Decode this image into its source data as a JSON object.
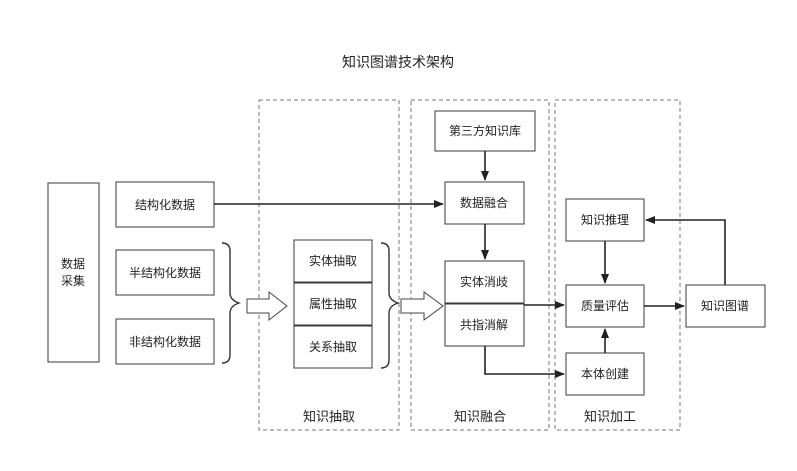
{
  "title": "知识图谱技术架构",
  "nodes": {
    "data_collect_line1": "数据",
    "data_collect_line2": "采集",
    "structured": "结构化数据",
    "semi_structured": "半结构化数据",
    "unstructured": "非结构化数据",
    "entity_extract": "实体抽取",
    "attribute_extract": "属性抽取",
    "relation_extract": "关系抽取",
    "third_party_kb": "第三方知识库",
    "data_fusion": "数据融合",
    "entity_disambig": "实体消歧",
    "coref_resolution": "共指消解",
    "kg_reasoning": "知识推理",
    "quality_eval": "质量评估",
    "ontology_build": "本体创建",
    "knowledge_graph": "知识图谱"
  },
  "groups": {
    "extraction": "知识抽取",
    "fusion": "知识融合",
    "processing": "知识加工"
  }
}
